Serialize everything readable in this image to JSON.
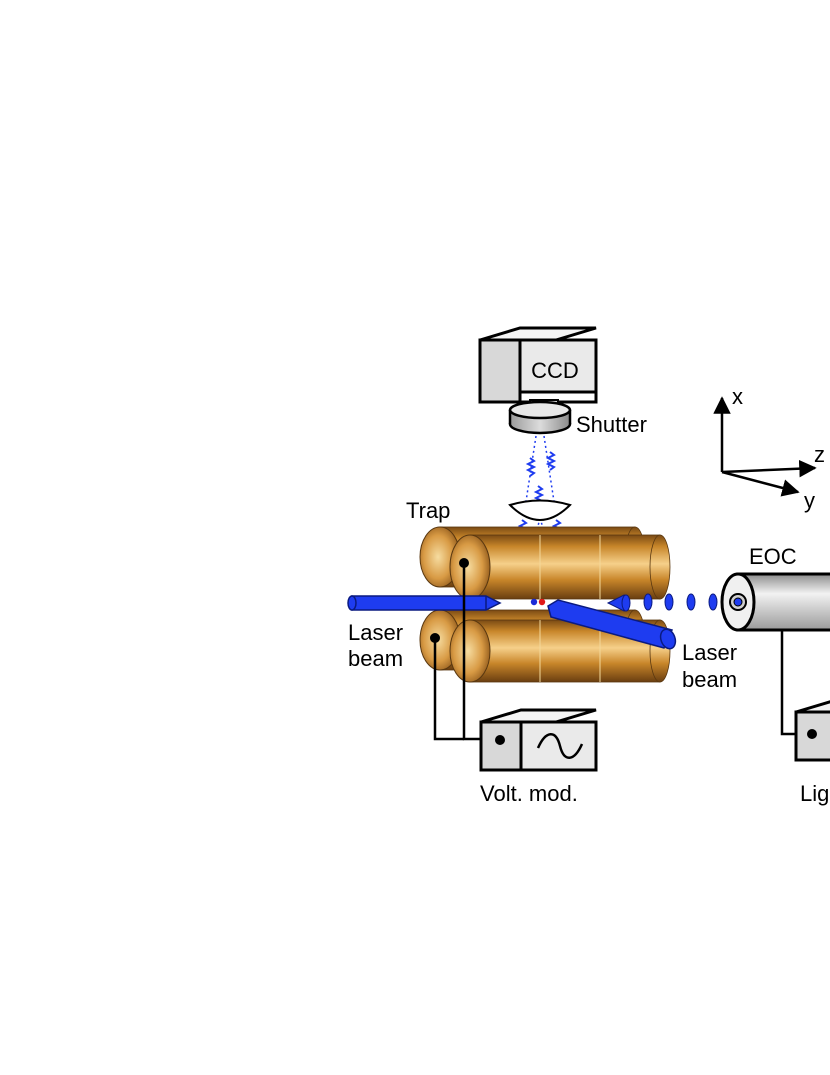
{
  "labels": {
    "ccd": "CCD",
    "shutter": "Shutter",
    "trap": "Trap",
    "laser_left_line1": "Laser",
    "laser_left_line2": "beam",
    "laser_right_line1": "Laser",
    "laser_right_line2": "beam",
    "volt_mod": "Volt. mod.",
    "eoc": "EOC",
    "light_partial": "Lig",
    "axis_x": "x",
    "axis_y": "y",
    "axis_z": "z"
  },
  "colors": {
    "copper_light": "#f0c878",
    "copper_mid": "#c8862a",
    "copper_dark": "#7a4a14",
    "laser_blue": "#1e3cf0",
    "box_fill": "#e6e6e6",
    "ion_blue": "#1a2ad8",
    "ion_red": "#e01818"
  }
}
